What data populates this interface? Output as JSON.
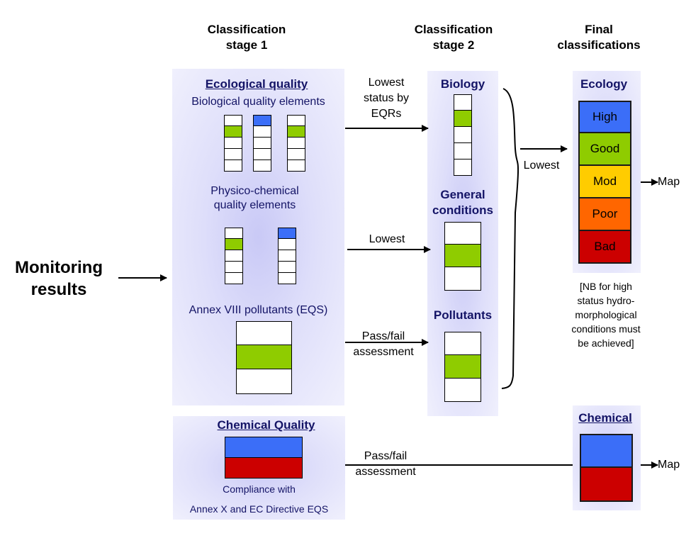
{
  "headers": {
    "stage1": [
      "Classification",
      "stage 1"
    ],
    "stage2": [
      "Classification",
      "stage 2"
    ],
    "final": [
      "Final",
      "classifications"
    ]
  },
  "monitoring": [
    "Monitoring",
    "results"
  ],
  "stage1_panel": {
    "title": "Ecological quality",
    "bio_label": "Biological quality elements",
    "physchem_label": [
      "Physico-chemical",
      "quality elements"
    ],
    "annex_label": "Annex VIII pollutants (EQS)"
  },
  "chemical_panel": {
    "title": "Chemical Quality",
    "note": [
      "Compliance with",
      "Annex X and EC Directive EQS"
    ]
  },
  "stage2_panel": {
    "biology": "Biology",
    "general": [
      "General",
      "conditions"
    ],
    "pollutants": "Pollutants"
  },
  "arrows": {
    "lowest_status": [
      "Lowest",
      "status by",
      "EQRs"
    ],
    "lowest_general": "Lowest",
    "pass_fail_1": [
      "Pass/fail",
      "assessment"
    ],
    "pass_fail_2": [
      "Pass/fail",
      "assessment"
    ],
    "lowest_final": "Lowest"
  },
  "ecology": {
    "title": "Ecology",
    "classes": [
      {
        "label": "High",
        "color": "#3b6ef8"
      },
      {
        "label": "Good",
        "color": "#8fcc00"
      },
      {
        "label": "Mod",
        "color": "#ffcc00"
      },
      {
        "label": "Poor",
        "color": "#ff6600"
      },
      {
        "label": "Bad",
        "color": "#cc0000"
      }
    ],
    "note": [
      "[NB for high",
      "status hydro-",
      "morphological",
      "conditions must",
      "be achieved]"
    ]
  },
  "chemical": {
    "title": "Chemical",
    "colors": [
      "#3b6ef8",
      "#cc0000"
    ]
  },
  "map_labels": [
    "Map",
    "Map"
  ],
  "colors": {
    "blue": "#3b6ef8",
    "green": "#8fcc00",
    "red": "#cc0000",
    "navy": "#141466"
  }
}
